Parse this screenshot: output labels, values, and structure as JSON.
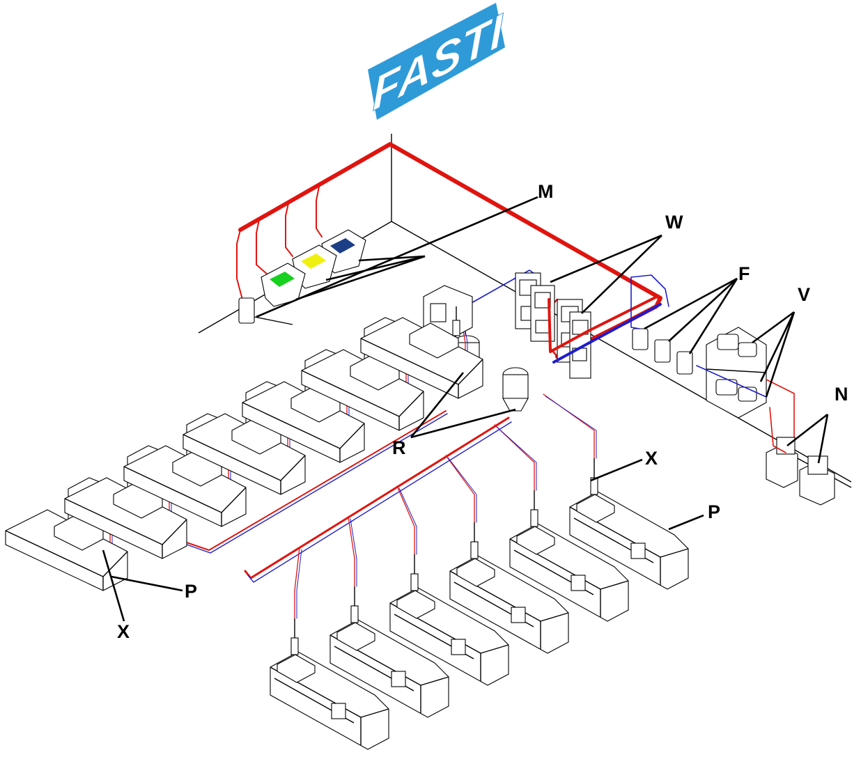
{
  "logo": {
    "text": "FASTI",
    "color": "#2f9ad8"
  },
  "labels": {
    "M": "M",
    "W": "W",
    "F": "F",
    "V": "V",
    "N": "N",
    "R": "R",
    "X_right": "X",
    "P_right": "P",
    "P_left": "P",
    "X_left": "X"
  },
  "colors": {
    "pipe_red": "#e0140f",
    "pipe_blue": "#1d1dcc",
    "hopper_green": "#18d020",
    "hopper_yellow": "#f0f010",
    "hopper_blue": "#1c3e86"
  },
  "machines": {
    "left_row_count": 7,
    "right_row_count": 6
  }
}
